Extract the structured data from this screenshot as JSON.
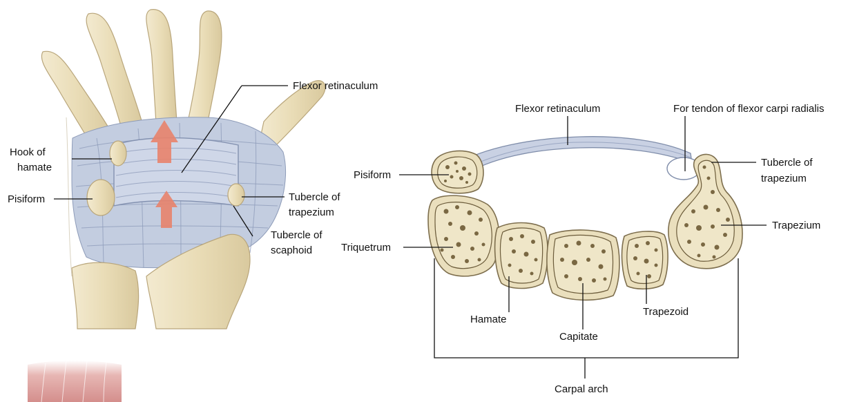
{
  "left_figure": {
    "labels": {
      "flexor_retinaculum": "Flexor retinaculum",
      "hook_of_hamate_1": "Hook of",
      "hook_of_hamate_2": "hamate",
      "pisiform": "Pisiform",
      "tubercle_trapezium_1": "Tubercle of",
      "tubercle_trapezium_2": "trapezium",
      "tubercle_scaphoid_1": "Tubercle of",
      "tubercle_scaphoid_2": "scaphoid"
    }
  },
  "right_figure": {
    "labels": {
      "flexor_retinaculum": "Flexor retinaculum",
      "fcr_tendon": "For tendon of flexor carpi radialis",
      "pisiform": "Pisiform",
      "tubercle_trapezium_1": "Tubercle of",
      "tubercle_trapezium_2": "trapezium",
      "trapezium": "Trapezium",
      "triquetrum": "Triquetrum",
      "hamate": "Hamate",
      "capitate": "Capitate",
      "trapezoid": "Trapezoid",
      "carpal_arch": "Carpal arch"
    }
  },
  "colors": {
    "bone": "#eadfbd",
    "ligament": "#c3cde0",
    "arrow": "#e8836b",
    "muscle": "#d99a9a"
  }
}
